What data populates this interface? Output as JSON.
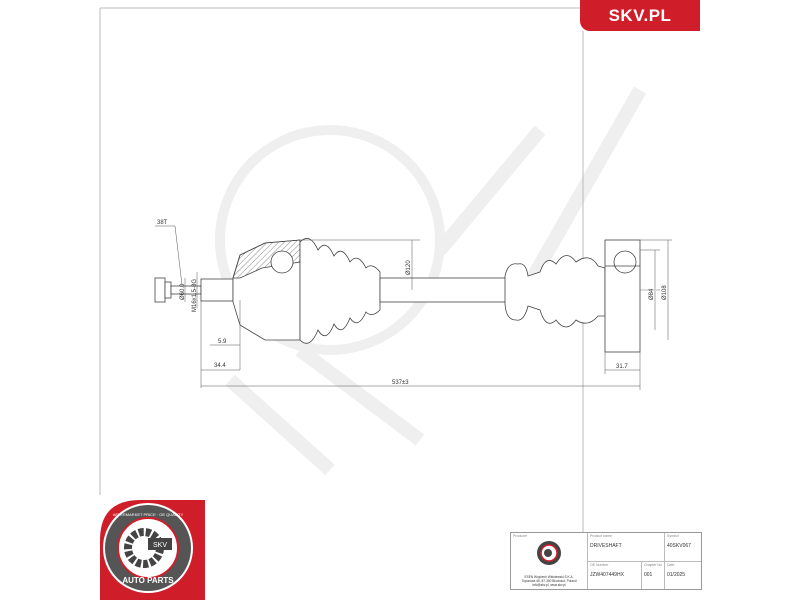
{
  "brand": {
    "label": "SKV.PL",
    "color": "#d01d2a"
  },
  "seal": {
    "top_text": "AFTERMARKET PRICE · OE QUALITY",
    "center_text": "SKV",
    "bottom_text": "AUTO PARTS"
  },
  "dimensions": {
    "spline": "38T",
    "outer_diameter_left": "Ø60.0",
    "thread": "M16x1.5-8G",
    "boot_diameter": "Ø120",
    "inner_diameter_right": "Ø84",
    "outer_diameter_right": "Ø108",
    "offset_small": "5.9",
    "offset_left": "34.4",
    "total_length": "537±3",
    "offset_right": "31.7"
  },
  "title_block": {
    "producer_label": "Producer",
    "producer_address": [
      "ESEN Wojciech Wiśniewski S.K.A.",
      "Toporowa 45, 87-300 Brodnica, Poland",
      "info@skv.pl, www.skv.pl"
    ],
    "product_name_label": "Product name",
    "product_name": "DRIVESHAFT",
    "symbol_label": "Symbol",
    "symbol": "40SKV067",
    "oe_number_label": "OE Number",
    "oe_number": "JZW407449HX",
    "chapter_label": "Chapter No",
    "chapter": "001",
    "date_label": "Date",
    "date": "01/2025"
  }
}
